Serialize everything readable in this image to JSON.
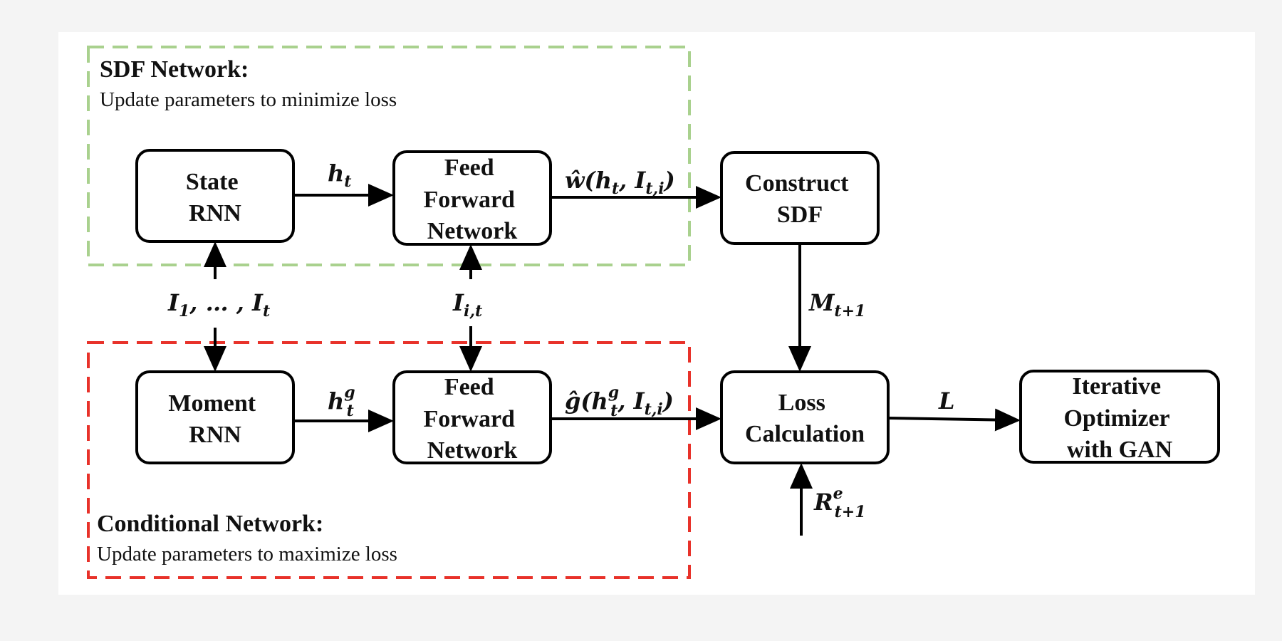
{
  "colors": {
    "sdf_region": "#a9d18e",
    "conditional_region": "#e8322a",
    "stroke": "#000000",
    "text": "#111111"
  },
  "regions": {
    "sdf": {
      "title": "SDF Network:",
      "subtitle": "Update parameters to minimize loss"
    },
    "conditional": {
      "title": "Conditional Network:",
      "subtitle": "Update parameters to maximize loss"
    }
  },
  "boxes": {
    "state_rnn": [
      "State",
      "RNN"
    ],
    "ffn_top": [
      "Feed",
      "Forward",
      "Network"
    ],
    "construct_sdf": [
      "Construct",
      "SDF"
    ],
    "moment_rnn": [
      "Moment",
      "RNN"
    ],
    "ffn_bottom": [
      "Feed",
      "Forward",
      "Network"
    ],
    "loss_calc": [
      "Loss",
      "Calculation"
    ],
    "optimizer": [
      "Iterative",
      "Optimizer",
      "with GAN"
    ]
  },
  "labels": {
    "h_t": {
      "base": "h",
      "sub": "t"
    },
    "w_hat": {
      "hat": "ŵ",
      "open": "(",
      "h": "h",
      "h_sub": "t",
      "comma": ", ",
      "I": "I",
      "I_sub": "t,i",
      "close": ")"
    },
    "I_seq": {
      "I1": "I",
      "I1_sub": "1",
      "mid": ", … , ",
      "It": "I",
      "It_sub": "t"
    },
    "I_it": {
      "base": "I",
      "sub": "i,t"
    },
    "h_t_g": {
      "base": "h",
      "sup": "g",
      "sub": "t"
    },
    "g_hat": {
      "hat": "ĝ",
      "open": "(",
      "h": "h",
      "h_sup": "g",
      "h_sub": "t",
      "comma": ", ",
      "I": "I",
      "I_sub": "t,i",
      "close": ")"
    },
    "M_next": {
      "base": "M",
      "sub": "t+1"
    },
    "L": "L",
    "R_next": {
      "base": "R",
      "sup": "e",
      "sub": "t+1"
    }
  }
}
